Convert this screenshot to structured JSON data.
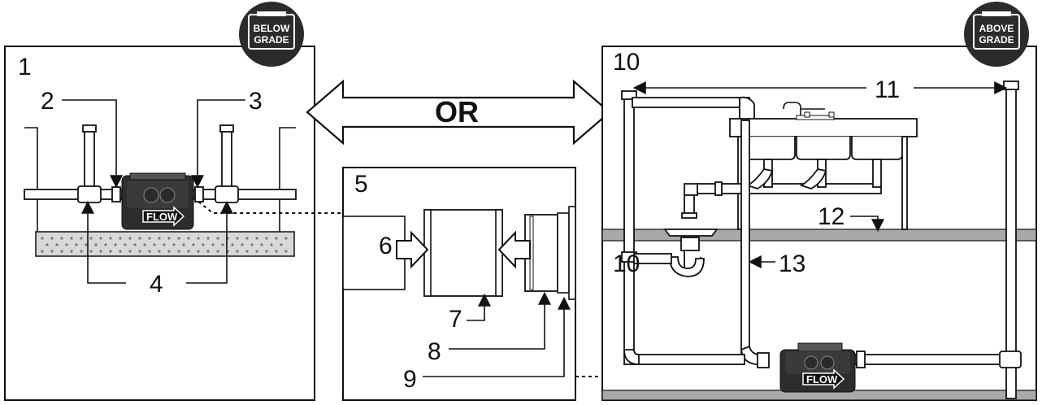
{
  "badges": {
    "below": [
      "BELOW",
      "GRADE"
    ],
    "above": [
      "ABOVE",
      "GRADE"
    ]
  },
  "or_label": "OR",
  "flow_label": "FLOW",
  "callouts": [
    "1",
    "2",
    "3",
    "4",
    "5",
    "6",
    "7",
    "8",
    "9",
    "10",
    "11",
    "12",
    "13"
  ]
}
